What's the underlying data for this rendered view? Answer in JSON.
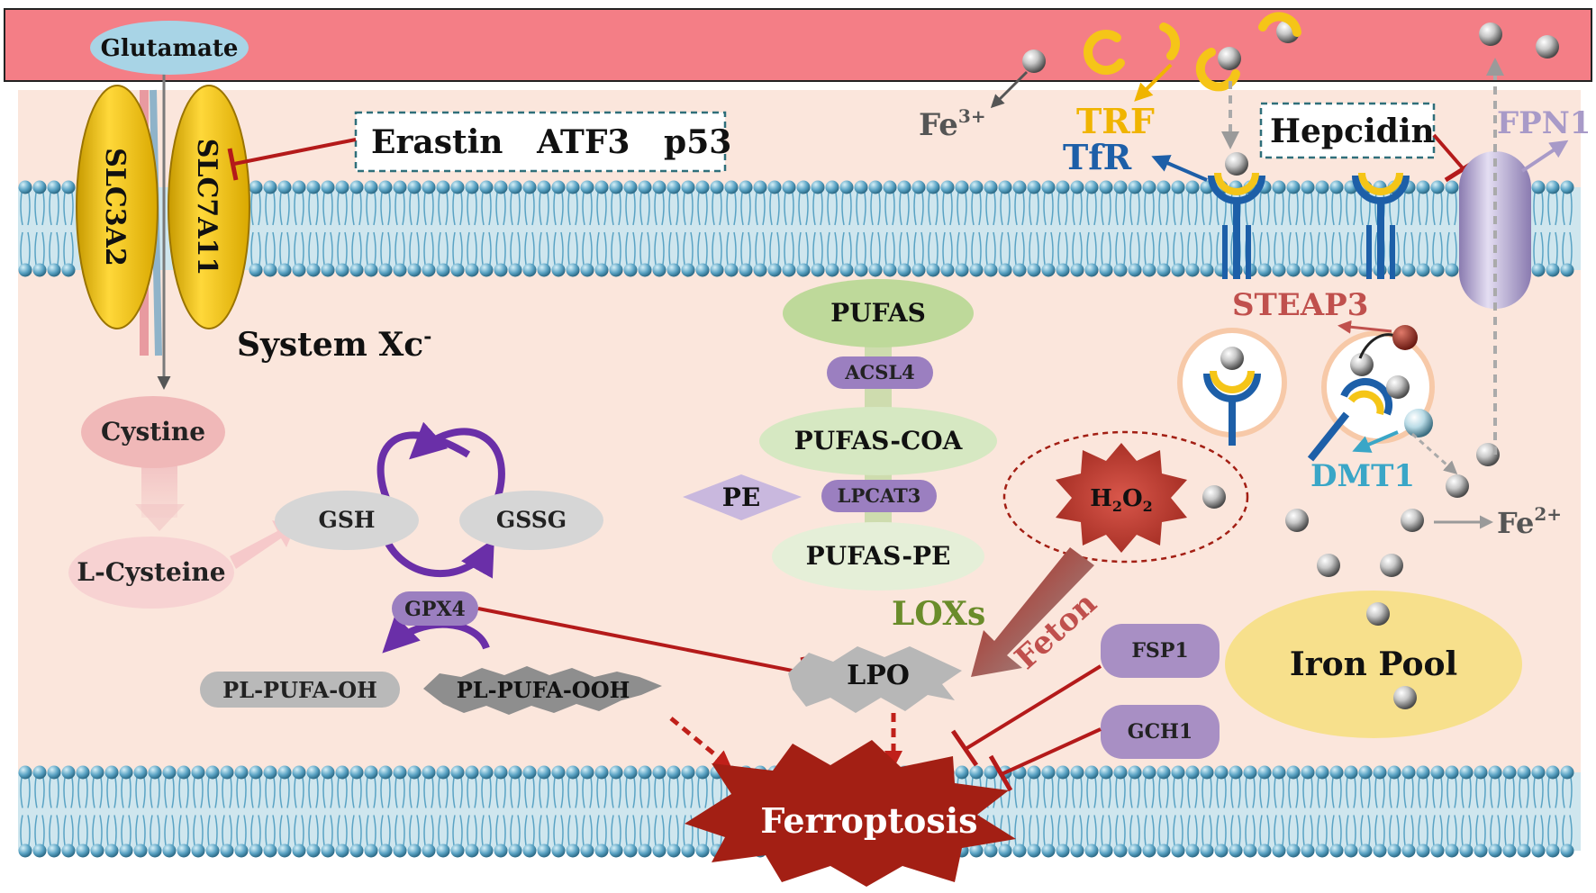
{
  "colors": {
    "extracellular": "#f47e86",
    "cytoplasm": "#fbe6dc",
    "membrane_head": "#5aa3c4",
    "membrane_fill": "#cfe6ee",
    "inhibit": "#b41a1a",
    "slc": "#f5c518",
    "ferroptosis": "#a31f14",
    "teal_box": "#2f6f7a",
    "iron_pool": "#f7e08c",
    "fsp1": "#a88fc4",
    "gpx4": "#9b7fc0",
    "steap3": "#c0504d",
    "trf": "#f0b400",
    "tfr": "#1d5fa8",
    "fpn1": "#a89ac8",
    "dmt1": "#3aa6c7",
    "lox": "#6a8c2a"
  },
  "labels": {
    "glutamate": "Glutamate",
    "slc3a2": "SLC3A2",
    "slc7a11": "SLC7A11",
    "system_xc": "System Xc",
    "system_xc_sup": "-",
    "inhibitors": "Erastin   ATF3   p53",
    "cystine": "Cystine",
    "lcysteine": "L-Cysteine",
    "gsh": "GSH",
    "gssg": "GSSG",
    "gpx4": "GPX4",
    "pl_pufa_oh": "PL-PUFA-OH",
    "pl_pufa_ooh": "PL-PUFA-OOH",
    "pufas": "PUFAS",
    "acsl4": "ACSL4",
    "pufas_coa": "PUFAS-COA",
    "pe": "PE",
    "lpcat3": "LPCAT3",
    "pufas_pe": "PUFAS-PE",
    "loxs": "LOXs",
    "lpo": "LPO",
    "ferroptosis": "Ferroptosis",
    "h2o2_h": "H",
    "h2o2_sub1": "2",
    "h2o2_o": "O",
    "h2o2_sub2": "2",
    "feton": "Feton",
    "fsp1": "FSP1",
    "gch1": "GCH1",
    "iron_pool": "Iron Pool",
    "fe3": "Fe",
    "fe3_sup": "3+",
    "fe2": "Fe",
    "fe2_sup": "2+",
    "trf": "TRF",
    "tfr": "TfR",
    "hepcidin": "Hepcidin",
    "fpn1": "FPN1",
    "steap3": "STEAP3",
    "dmt1": "DMT1"
  }
}
